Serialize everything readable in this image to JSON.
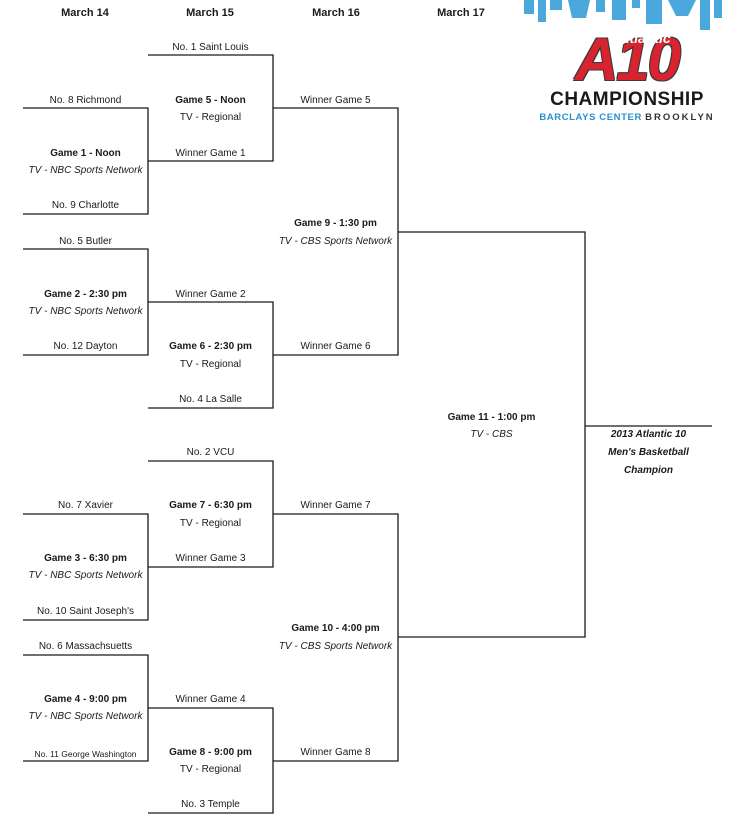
{
  "headers": [
    "March 14",
    "March 15",
    "March 16",
    "March 17"
  ],
  "logo": {
    "atlantic": "Atlantic",
    "a10": "A10",
    "championship": "CHAMPIONSHIP",
    "venue": "BARCLAYS CENTER",
    "city": "BROOKLYN",
    "colors": {
      "red": "#d9232f",
      "blue": "#2a8fd0",
      "skyline": "#4aa8dc"
    }
  },
  "round1": {
    "r1_seed8": "No. 8 Richmond",
    "g1_title": "Game 1 - Noon",
    "g1_tv": "TV - NBC Sports Network",
    "r1_seed9": "No. 9 Charlotte",
    "r1_seed5": "No. 5 Butler",
    "g2_title": "Game 2 - 2:30 pm",
    "g2_tv": "TV - NBC Sports Network",
    "r1_seed12": "No. 12 Dayton",
    "r1_seed7": "No. 7 Xavier",
    "g3_title": "Game 3 - 6:30 pm",
    "g3_tv": "TV - NBC Sports Network",
    "r1_seed10": "No. 10 Saint Joseph's",
    "r1_seed6": "No. 6 Massachsuetts",
    "g4_title": "Game 4 - 9:00 pm",
    "g4_tv": "TV - NBC Sports Network",
    "r1_seed11": "No. 11 George Washington"
  },
  "round2": {
    "seed1": "No. 1 Saint Louis",
    "g5_title": "Game 5 - Noon",
    "g5_tv": "TV - Regional",
    "w1": "Winner Game 1",
    "w2": "Winner Game 2",
    "g6_title": "Game 6 - 2:30 pm",
    "g6_tv": "TV - Regional",
    "seed4": "No. 4 La Salle",
    "seed2": "No. 2 VCU",
    "g7_title": "Game 7 - 6:30 pm",
    "g7_tv": "TV - Regional",
    "w3": "Winner Game 3",
    "w4": "Winner Game 4",
    "g8_title": "Game 8 - 9:00 pm",
    "g8_tv": "TV - Regional",
    "seed3": "No. 3 Temple"
  },
  "semis": {
    "w5": "Winner Game 5",
    "g9_title": "Game 9 - 1:30 pm",
    "g9_tv": "TV - CBS Sports Network",
    "w6": "Winner Game 6",
    "w7": "Winner Game 7",
    "g10_title": "Game 10 - 4:00 pm",
    "g10_tv": "TV - CBS Sports Network",
    "w8": "Winner Game 8"
  },
  "final": {
    "g11_title": "Game 11 - 1:00 pm",
    "g11_tv": "TV - CBS",
    "champ_line1": "2013 Atlantic 10",
    "champ_line2": "Men's Basketball",
    "champ_line3": "Champion"
  }
}
